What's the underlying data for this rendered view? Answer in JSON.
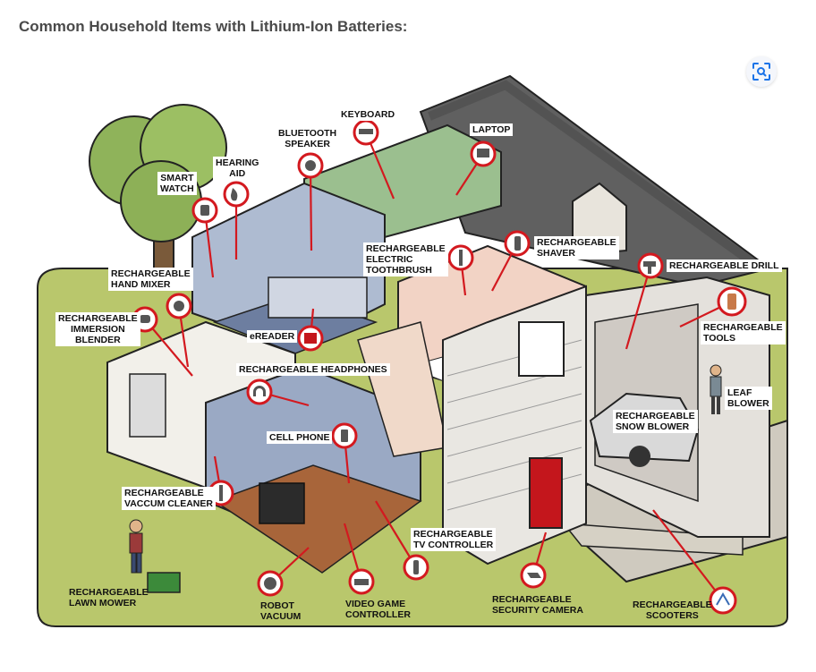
{
  "title": "Common Household Items with Lithium-Ion Batteries:",
  "icons": {
    "lens": "visual-search-icon"
  },
  "colors": {
    "marker": "#d3191f",
    "lawn": "#b7c56b",
    "roof": "#5c5c5c",
    "door": "#c4161c"
  },
  "labels": {
    "keyboard": "KEYBOARD",
    "laptop": "LAPTOP",
    "bluetooth_speaker": "BLUETOOTH\nSPEAKER",
    "hearing_aid": "HEARING\nAID",
    "smart_watch": "SMART\nWATCH",
    "electric_toothbrush": "RECHARGEABLE\nELECTRIC\nTOOTHBRUSH",
    "shaver": "RECHARGEABLE\nSHAVER",
    "drill": "RECHARGEABLE DRILL",
    "tools": "RECHARGEABLE\nTOOLS",
    "hand_mixer": "RECHARGEABLE\nHAND MIXER",
    "immersion_blender": "RECHARGEABLE\nIMMERSION\nBLENDER",
    "ereader": "eREADER",
    "headphones": "RECHARGEABLE HEADPHONES",
    "leaf_blower": "LEAF\nBLOWER",
    "snow_blower": "RECHARGEABLE\nSNOW BLOWER",
    "cell_phone": "CELL PHONE",
    "vacuum_cleaner": "RECHARGEABLE\nVACCUM CLEANER",
    "tv_controller": "RECHARGEABLE\nTV CONTROLLER",
    "lawn_mower": "RECHARGEABLE\nLAWN MOWER",
    "robot_vacuum": "ROBOT\nVACUUM",
    "video_game_controller": "VIDEO GAME\nCONTROLLER",
    "security_camera": "RECHARGEABLE\nSECURITY CAMERA",
    "scooters": "RECHARGEABLE\nSCOOTERS"
  }
}
